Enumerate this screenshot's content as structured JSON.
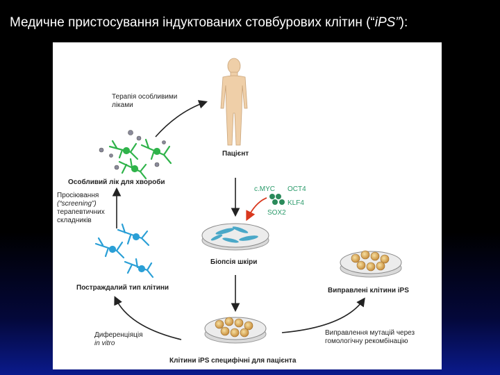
{
  "slide": {
    "title_main": "Медичне пристосування індуктованих стовбурових клітин (“",
    "title_italic": "iPS”",
    "title_end": "):"
  },
  "diagram": {
    "patient_label": "Пацієнт",
    "therapy_label_1": "Терапія особливими",
    "therapy_label_2": "ліками",
    "drug_label": "Особливий лік для хвороби",
    "screening_label_1": "Просіювання",
    "screening_label_2_italic": "(“screening”)",
    "screening_label_3": "терапевтичних",
    "screening_label_4": "складників",
    "affected_cells_label": "Постраждалий тип клітини",
    "differentiation_label_1": "Диференціяція",
    "differentiation_label_2": "in vitro",
    "biopsy_label": "Біопсія шкіри",
    "genes": [
      "c.MYC",
      "OCT4",
      "KLF4",
      "SOX2"
    ],
    "ips_patient_label": "Клітини iPS специфічні для пацієнта",
    "corrected_label": "Виправлені клітини iPS",
    "mutation_fix_label_1": "Виправлення мутацій через",
    "mutation_fix_label_2": "гомологічну рекомбінацію",
    "colors": {
      "green_cells": "#2fb34a",
      "blue_cells": "#2a9fd6",
      "gene_text": "#2a9a6a",
      "gene_dots": "#2a8a5a",
      "red_arrow": "#d9381e",
      "skin_body": "#efcfa8",
      "ips_colonies": "#d8a55a"
    }
  }
}
